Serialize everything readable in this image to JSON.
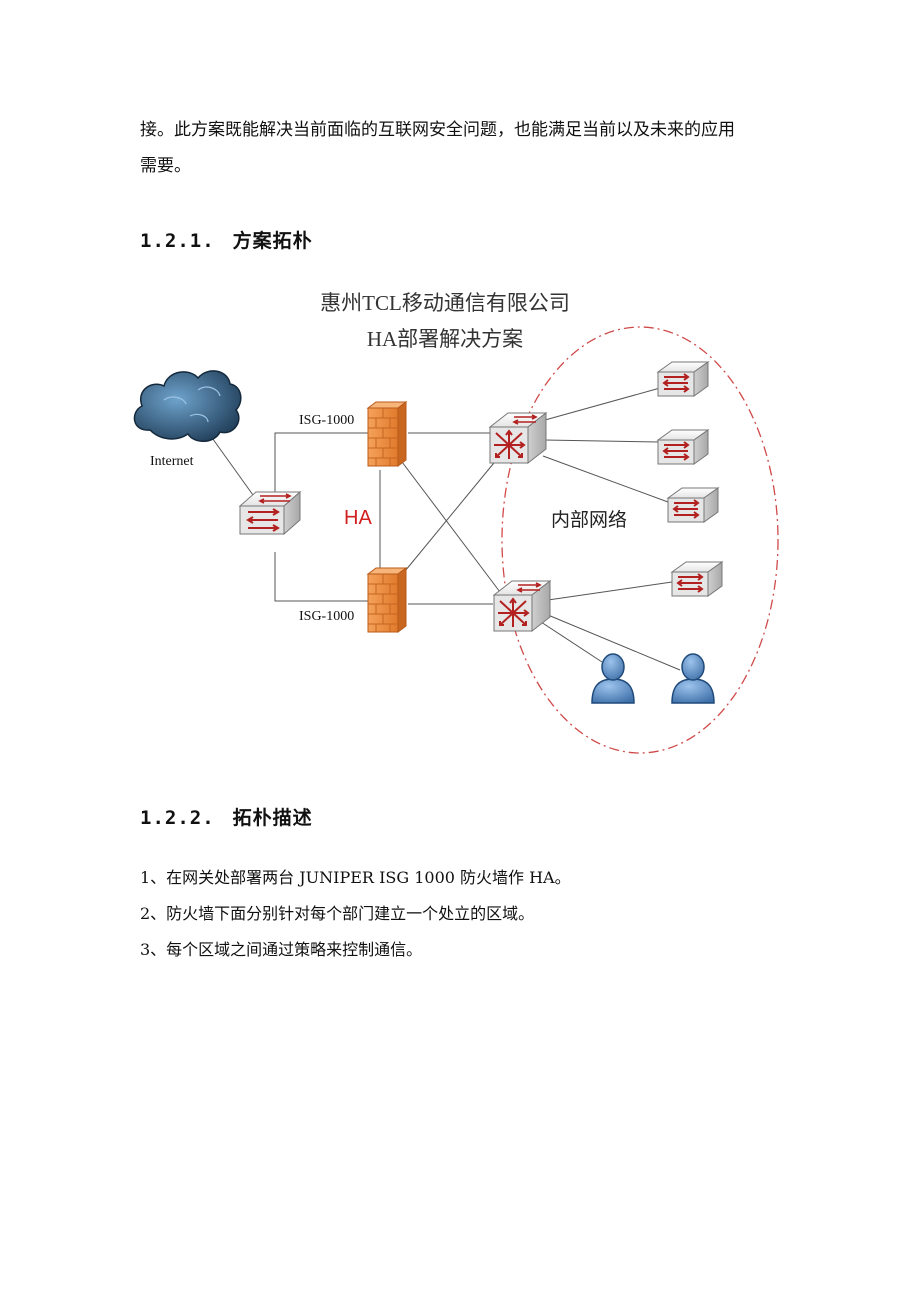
{
  "intro": {
    "line1": "接。此方案既能解决当前面临的互联网安全问题，也能满足当前以及未来的应用",
    "line2": "需要。"
  },
  "section1": {
    "number": "1.2.1.",
    "title": "方案拓朴"
  },
  "diagram": {
    "title_line1": "惠州TCL移动通信有限公司",
    "title_line2": "HA部署解决方案",
    "internet_label": "Internet",
    "firewall_top_label": "ISG-1000",
    "firewall_bottom_label": "ISG-1000",
    "ha_label": "HA",
    "internal_label": "内部网络",
    "colors": {
      "firewall": "#e9883a",
      "ha": "#d02020",
      "ellipse": "#d04a4a",
      "cloud": "#3a6c94",
      "user": "#5b8fc9"
    }
  },
  "section2": {
    "number": "1.2.2.",
    "title": "拓朴描述"
  },
  "items": [
    "1、在网关处部署两台 JUNIPER ISG 1000 防火墙作 HA。",
    "2、防火墙下面分别针对每个部门建立一个处立的区域。",
    "3、每个区域之间通过策略来控制通信。"
  ]
}
